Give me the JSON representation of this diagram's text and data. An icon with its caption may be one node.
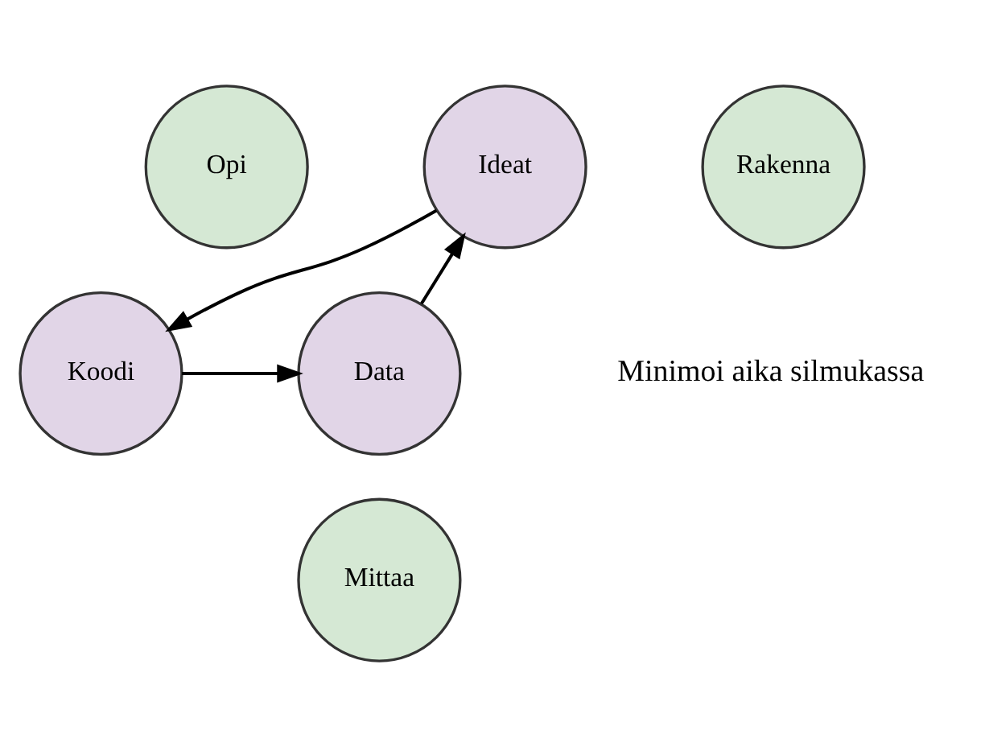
{
  "diagram": {
    "nodes": [
      {
        "text": [
          "Opi"
        ]
      },
      {
        "text": [
          "Ideat"
        ]
      },
      {
        "text": [
          "Rakenna"
        ]
      },
      {
        "text": [
          "Data"
        ]
      },
      {
        "text": [
          "Koodi"
        ]
      },
      {
        "text": [
          "Mittaa"
        ]
      }
    ],
    "edges": [
      {
        "from": 1,
        "to": 4,
        "arrow": "to"
      },
      {
        "from": 4,
        "to": 3,
        "arrow": "to"
      },
      {
        "from": 3,
        "to": 1,
        "arrow": "to"
      }
    ],
    "labels": [
      "Minimoi aika silmukassa"
    ]
  }
}
